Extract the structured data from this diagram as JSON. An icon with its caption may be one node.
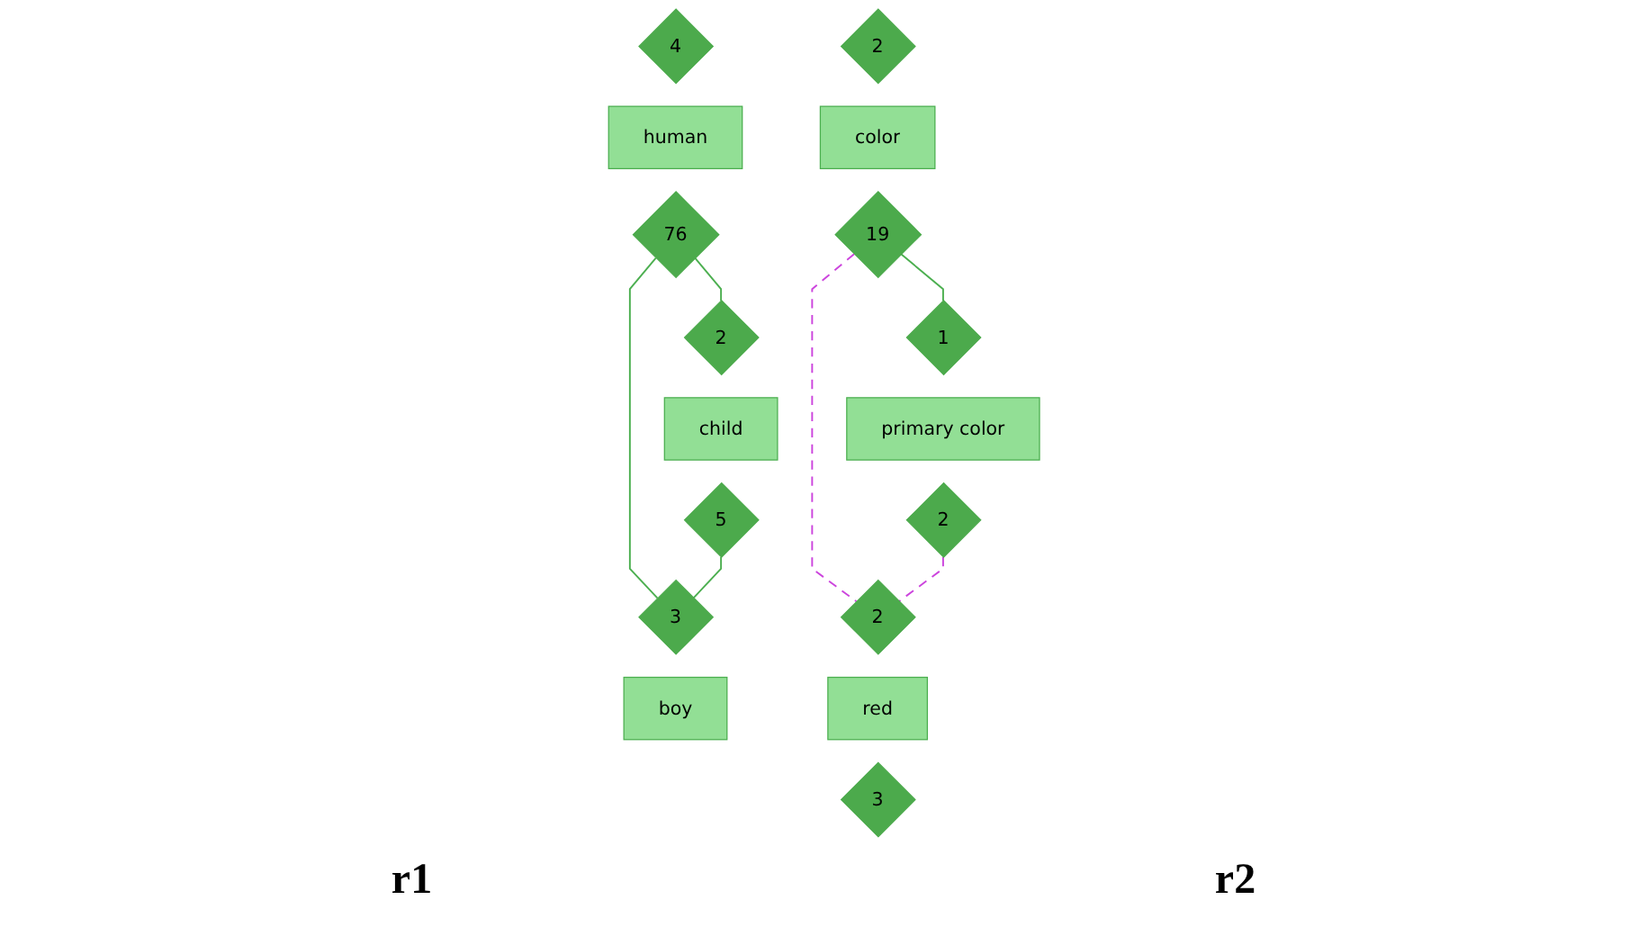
{
  "diagram": {
    "nodes": [
      {
        "text": [
          "4"
        ]
      },
      {
        "text": [
          "human"
        ]
      },
      {
        "text": [
          "76"
        ]
      },
      {
        "text": [
          "2"
        ]
      },
      {
        "text": [
          "child"
        ]
      },
      {
        "text": [
          "5"
        ]
      },
      {
        "text": [
          "3"
        ]
      },
      {
        "text": [
          "boy"
        ]
      },
      {
        "text": [
          "2"
        ]
      },
      {
        "text": [
          "color"
        ]
      },
      {
        "text": [
          "19"
        ]
      },
      {
        "text": [
          "1"
        ]
      },
      {
        "text": [
          "primary color"
        ]
      },
      {
        "text": [
          "2"
        ]
      },
      {
        "text": [
          "2"
        ]
      },
      {
        "text": [
          "red"
        ]
      },
      {
        "text": [
          "3"
        ]
      }
    ],
    "edges": [
      {
        "from": 2,
        "to": 3,
        "arrow": "none"
      },
      {
        "from": 2,
        "to": 6,
        "arrow": "none"
      },
      {
        "from": 5,
        "to": 6,
        "arrow": "none"
      },
      {
        "from": 10,
        "to": 11,
        "arrow": "none"
      },
      {
        "from": 10,
        "to": 14,
        "arrow": "none",
        "style": "dashed",
        "color": "#cc44dd"
      },
      {
        "from": 13,
        "to": 14,
        "arrow": "none",
        "style": "dashed",
        "color": "#cc44dd"
      }
    ],
    "labels": [
      "r1",
      "r2"
    ]
  }
}
